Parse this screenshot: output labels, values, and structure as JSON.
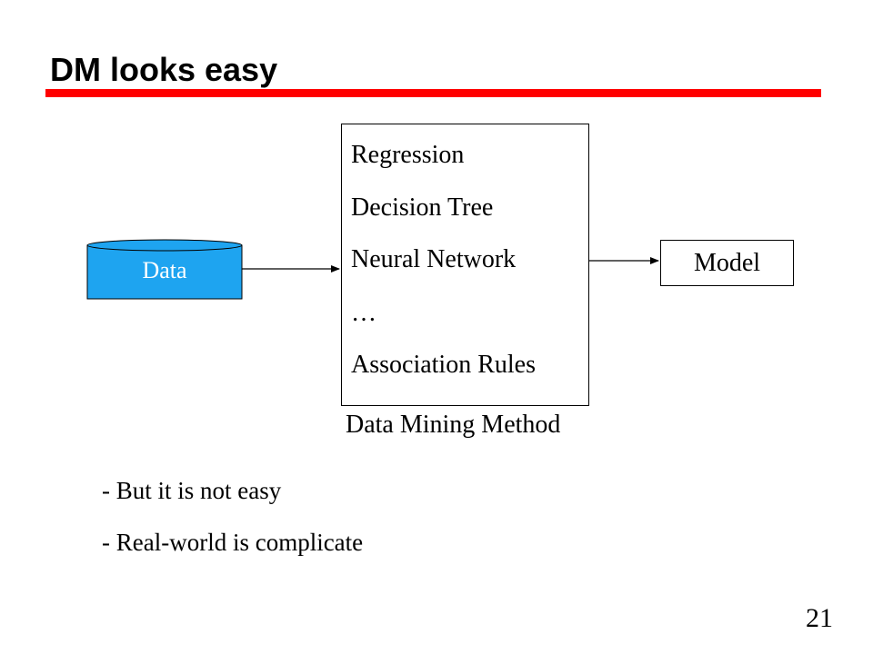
{
  "slide": {
    "title": "DM looks easy",
    "page_number": "21",
    "accent_color": "#ff0000"
  },
  "diagram": {
    "data_node": {
      "label": "Data",
      "fill_color": "#1ea4f0",
      "shape": "database-cylinder"
    },
    "method_box": {
      "items": [
        "Regression",
        "Decision Tree",
        "Neural Network",
        "…",
        "Association Rules"
      ],
      "caption": "Data Mining Method"
    },
    "model_node": {
      "label": "Model"
    }
  },
  "notes": [
    "- But it is not easy",
    "- Real-world is complicate"
  ]
}
